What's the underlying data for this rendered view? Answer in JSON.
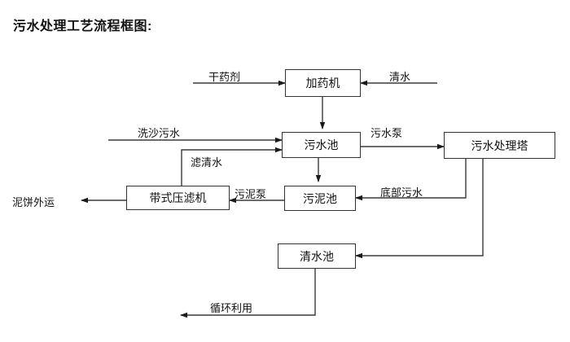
{
  "title": "污水处理工艺流程框图:",
  "diagram": {
    "type": "flowchart",
    "nodes": [
      {
        "id": "dosing-machine",
        "label": "加药机"
      },
      {
        "id": "wastewater-pool",
        "label": "污水池"
      },
      {
        "id": "treatment-tower",
        "label": "污水处理塔"
      },
      {
        "id": "belt-filter-press",
        "label": "带式压滤机"
      },
      {
        "id": "sludge-pool",
        "label": "污泥池"
      },
      {
        "id": "clear-water-pool",
        "label": "清水池"
      }
    ],
    "edge_labels": [
      {
        "id": "dry-chemical",
        "label": "干药剂"
      },
      {
        "id": "clean-water",
        "label": "清水"
      },
      {
        "id": "sand-wash-wastewater",
        "label": "洗沙污水"
      },
      {
        "id": "filtered-clear-water",
        "label": "滤清水"
      },
      {
        "id": "wastewater-pump",
        "label": "污水泵"
      },
      {
        "id": "sludge-pump",
        "label": "污泥泵"
      },
      {
        "id": "bottom-wastewater",
        "label": "底部污水"
      },
      {
        "id": "mud-cake-out",
        "label": "泥饼外运"
      },
      {
        "id": "recycle-reuse",
        "label": "循环利用"
      }
    ],
    "colors": {
      "line": "#3a3a3a",
      "box_border": "#333333",
      "text": "#111111",
      "background": "#ffffff"
    }
  }
}
